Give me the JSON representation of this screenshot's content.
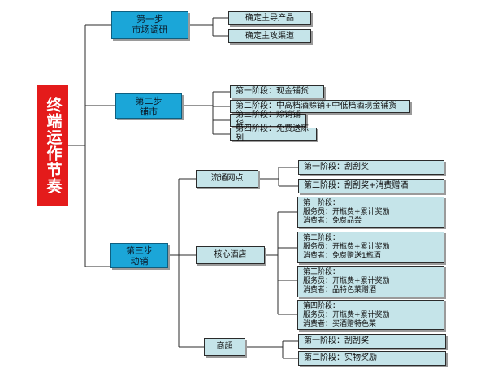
{
  "title": "终端运作节奏",
  "step1": {
    "label": [
      "第一步",
      "市场调研"
    ],
    "items": [
      "确定主导产品",
      "确定主攻渠道"
    ]
  },
  "step2": {
    "label": [
      "第二步",
      "铺市"
    ],
    "items": [
      "第一阶段：现金铺货",
      "第二阶段：中高档酒赊销+中低档酒现金铺货",
      "第三阶段：赊销铺货",
      "第四阶段：免费送陈列"
    ]
  },
  "step3": {
    "label": [
      "第三步",
      "动销"
    ],
    "channels": [
      {
        "label": "流通网点",
        "items": [
          "第一阶段：刮刮奖",
          "第二阶段：刮刮奖+消费赠酒"
        ]
      },
      {
        "label": "核心酒店",
        "stages": [
          [
            "第一阶段：",
            "服务员：开瓶费+累计奖励",
            "消费者：免费品尝"
          ],
          [
            "第二阶段：",
            "服务员：开瓶费+累计奖励",
            "消费者：免费赠送1瓶酒"
          ],
          [
            "第三阶段：",
            "服务员：开瓶费+累计奖励",
            "消费者：品特色菜赠酒"
          ],
          [
            "第四阶段：",
            "服务员：开瓶费+累计奖励",
            "消费者：买酒赠特色菜"
          ]
        ]
      },
      {
        "label": "商超",
        "items": [
          "第一阶段：刮刮奖",
          "第二阶段：实物奖励"
        ]
      }
    ]
  },
  "colors": {
    "title_bg": "#e41b1b",
    "step_bg": "#1ba6d8",
    "node_bg": "#c5e4e9",
    "line": "#2b2b2b"
  }
}
